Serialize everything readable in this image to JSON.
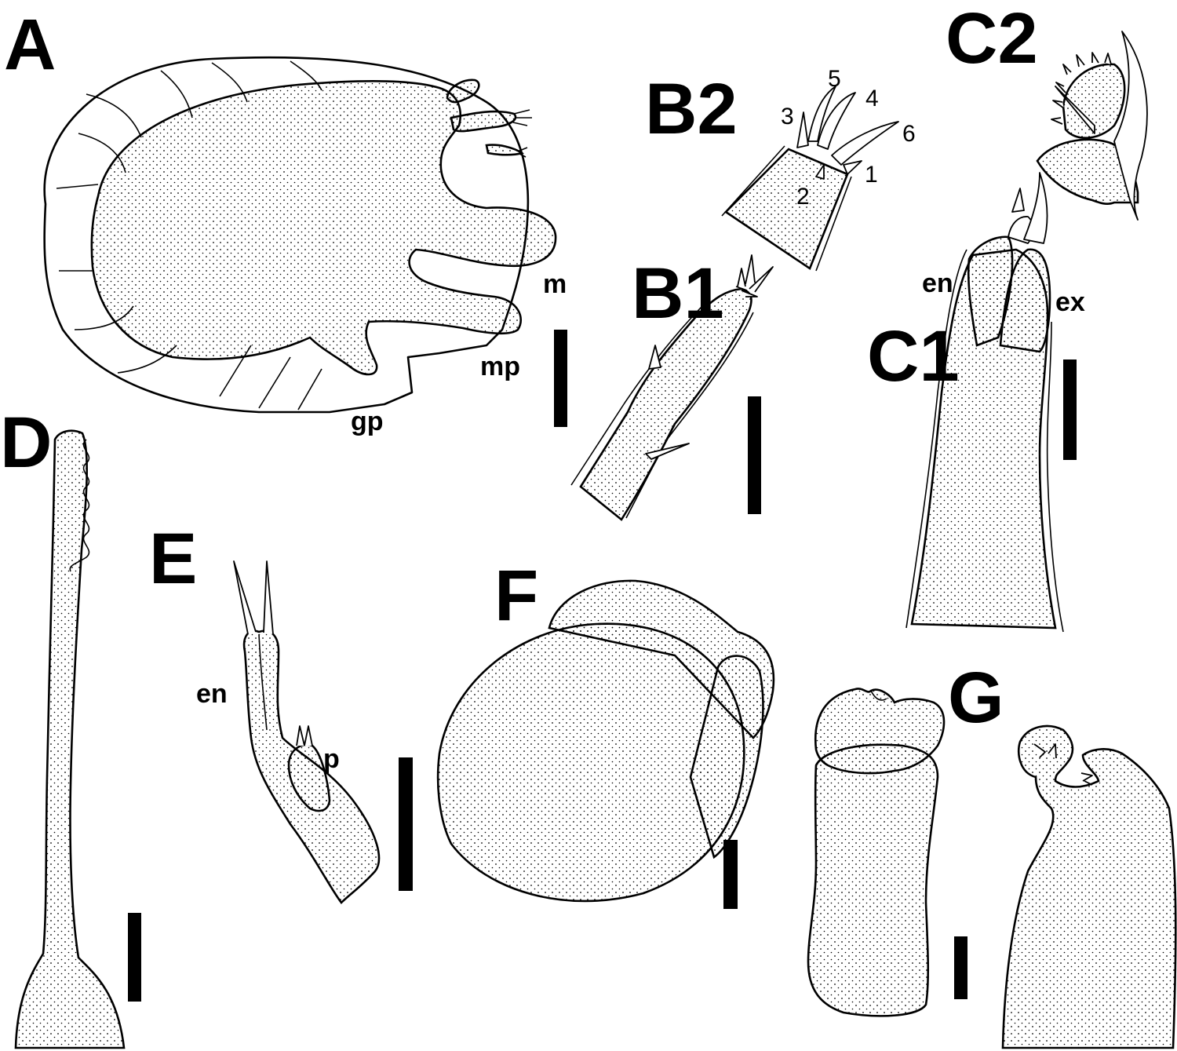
{
  "panels": {
    "A": {
      "letter": "A",
      "labels": {
        "m": "m",
        "mp": "mp",
        "gp": "gp"
      }
    },
    "B2": {
      "letter": "B2",
      "seta_numbers": [
        "1",
        "2",
        "3",
        "4",
        "5",
        "6"
      ]
    },
    "B1": {
      "letter": "B1"
    },
    "C2": {
      "letter": "C2"
    },
    "C1": {
      "letter": "C1",
      "labels": {
        "en": "en",
        "ex": "ex"
      }
    },
    "D": {
      "letter": "D"
    },
    "E": {
      "letter": "E",
      "labels": {
        "en": "en",
        "p": "p"
      }
    },
    "F": {
      "letter": "F"
    },
    "G": {
      "letter": "G"
    }
  },
  "style": {
    "ink": "#000000",
    "paper": "#ffffff"
  }
}
